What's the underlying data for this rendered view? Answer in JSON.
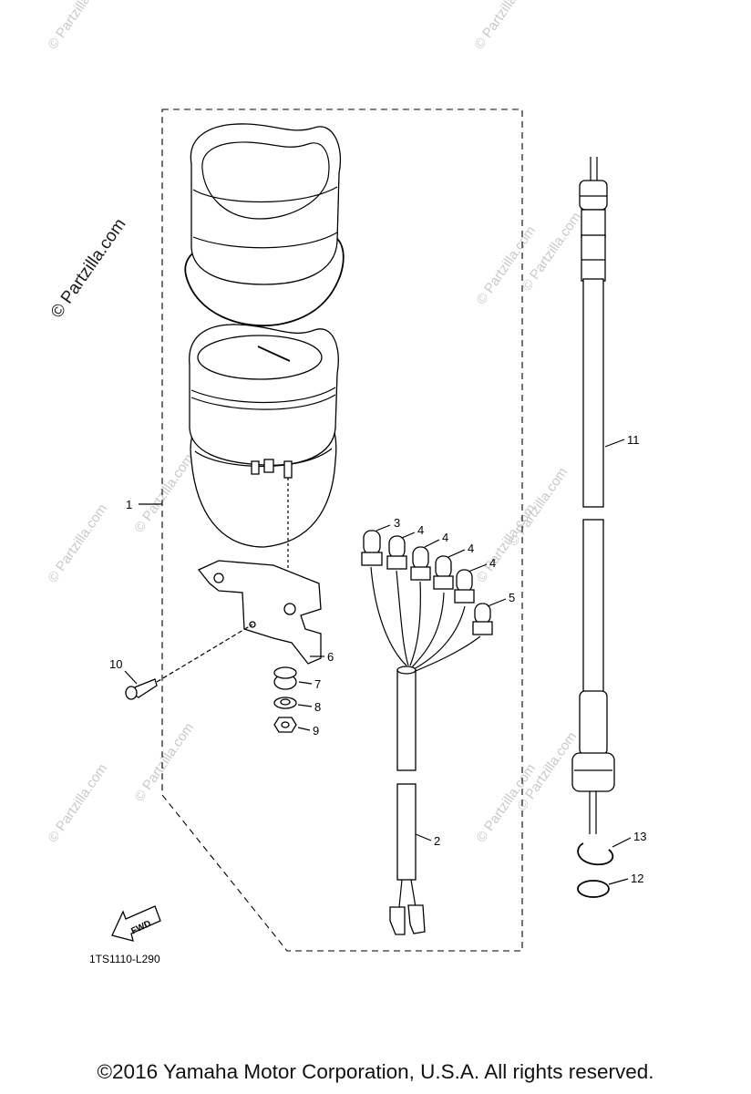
{
  "watermark": {
    "text": "© Partzilla.com"
  },
  "diagram_code": "1TS1110-L290",
  "fwd_label": "FWD",
  "copyright": "©2016  Yamaha Motor Corporation, U.S.A. All rights reserved.",
  "callouts": {
    "c1": "1",
    "c2": "2",
    "c3": "3",
    "c4a": "4",
    "c4b": "4",
    "c4c": "4",
    "c4d": "4",
    "c5": "5",
    "c6": "6",
    "c7": "7",
    "c8": "8",
    "c9": "9",
    "c10": "10",
    "c11": "11",
    "c12": "12",
    "c13": "13"
  }
}
